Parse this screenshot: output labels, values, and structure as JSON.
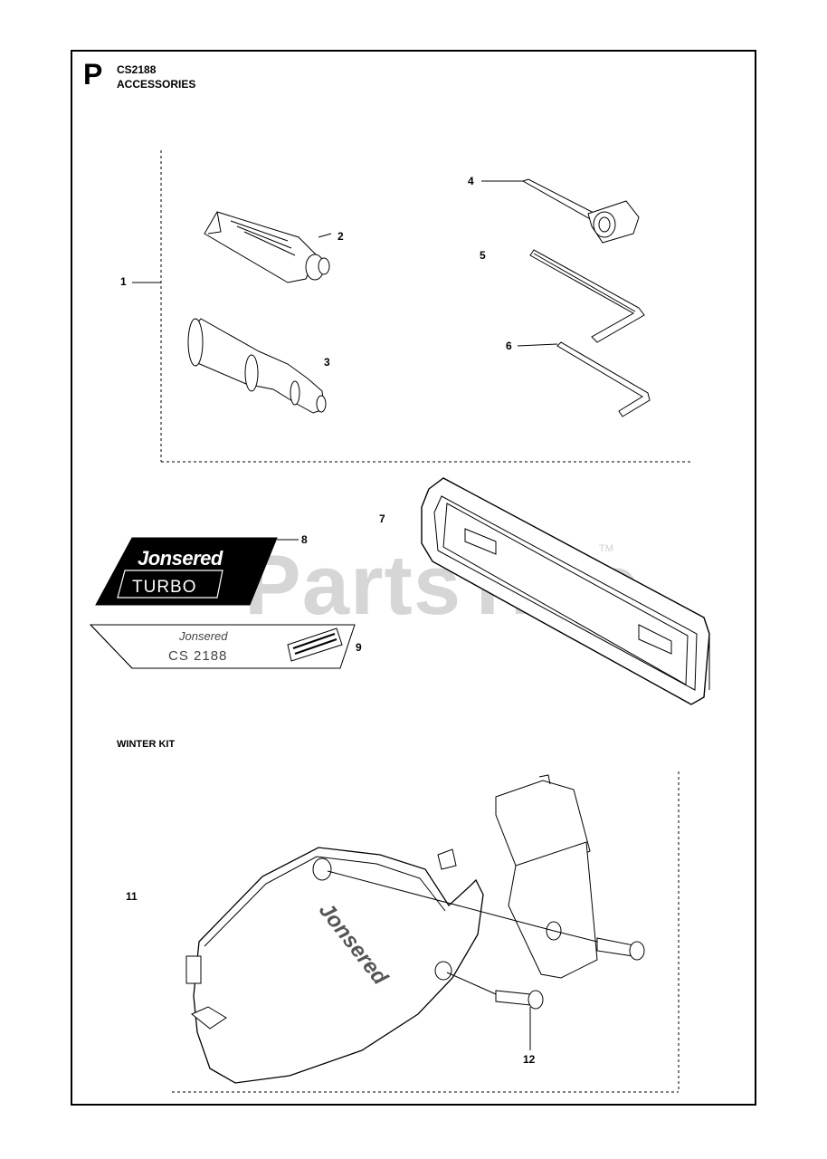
{
  "header": {
    "section_letter": "P",
    "model": "CS2188",
    "title": "ACCESSORIES"
  },
  "subsection": {
    "title": "WINTER KIT"
  },
  "callouts": {
    "c1": "1",
    "c2": "2",
    "c3": "3",
    "c4": "4",
    "c5": "5",
    "c6": "6",
    "c7": "7",
    "c8": "8",
    "c9": "9",
    "c11": "11",
    "c12": "12"
  },
  "decals": {
    "turbo_brand": "Jonsered",
    "turbo_label": "TURBO",
    "model_brand": "Jonsered",
    "model_label": "CS 2188"
  },
  "cover": {
    "brand": "Jonsered"
  },
  "watermark": {
    "text": "PartsTree",
    "tm": "TM"
  }
}
